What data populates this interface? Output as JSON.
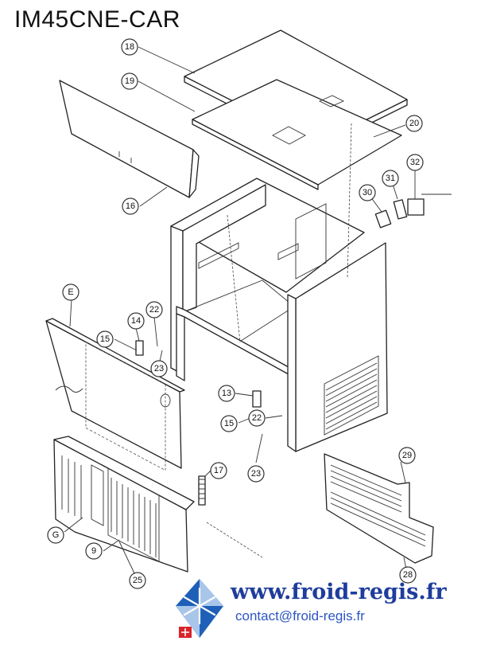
{
  "title": "IM45CNE-CAR",
  "callouts": [
    "18",
    "19",
    "20",
    "16",
    "30",
    "31",
    "32",
    "E",
    "14",
    "22",
    "15",
    "23",
    "13",
    "15",
    "22",
    "17",
    "23",
    "29",
    "G",
    "9",
    "25",
    "28"
  ],
  "footer": {
    "url": "www.froid-regis.fr",
    "email": "contact@froid-regis.fr"
  },
  "colors": {
    "url": "#1e3d9c",
    "email": "#2d55c4",
    "logo_blue": "#1e5fb8",
    "logo_light": "#a9c6ea",
    "logo_red": "#d9242b"
  },
  "icons": [
    "snowflake-logo"
  ]
}
